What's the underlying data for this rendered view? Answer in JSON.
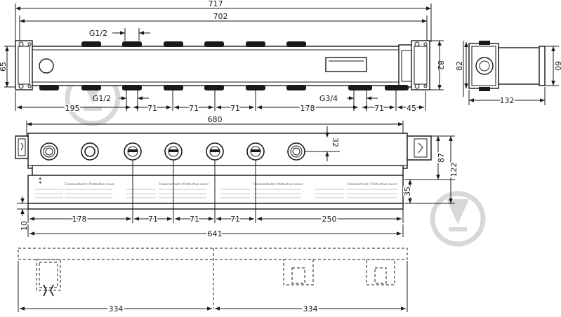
{
  "drawing": {
    "top_view": {
      "overall_width": "717",
      "inner_width": "702",
      "height_left": "65",
      "height_right": "82",
      "thread_top": "G1/2",
      "thread_bottom": "G1/2",
      "thread_outlet": "G3/4",
      "spacing_left": "195",
      "spacing_a": "71",
      "spacing_b": "71",
      "spacing_c": "71",
      "spacing_mid": "178",
      "spacing_d": "71",
      "spacing_right": "45"
    },
    "side_view": {
      "height_left": "82",
      "height_right": "60",
      "depth": "132"
    },
    "front_view": {
      "width": "680",
      "valve_height": "32",
      "height_a": "87",
      "height_b": "122",
      "plaster_depth": "35",
      "bottom_offset": "10",
      "spacing_left": "178",
      "spacing_a": "71",
      "spacing_b": "71",
      "spacing_c": "71",
      "spacing_right": "250",
      "overall_width": "641",
      "sticker_text": "Fliesenschutz / Protective cover"
    },
    "bottom_view": {
      "spacing_left": "334",
      "spacing_right": "334"
    }
  }
}
